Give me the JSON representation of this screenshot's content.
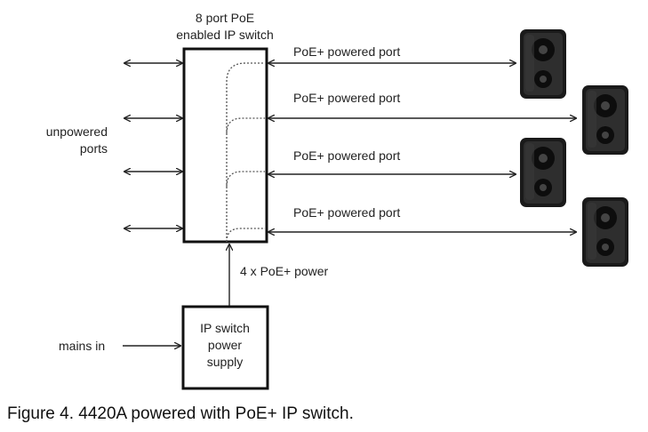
{
  "switch": {
    "title_line1": "8 port PoE",
    "title_line2": "enabled IP switch"
  },
  "unpowered": {
    "line1": "unpowered",
    "line2": "ports"
  },
  "ports": [
    {
      "label": "PoE+ powered port"
    },
    {
      "label": "PoE+ powered port"
    },
    {
      "label": "PoE+ powered port"
    },
    {
      "label": "PoE+ powered port"
    }
  ],
  "power_label": "4 x PoE+ power",
  "psu": {
    "line1": "IP switch",
    "line2": "power",
    "line3": "supply"
  },
  "mains_label": "mains in",
  "caption": "Figure 4. 4420A powered with PoE+ IP switch.",
  "icons": {
    "speaker": "speaker-icon"
  }
}
